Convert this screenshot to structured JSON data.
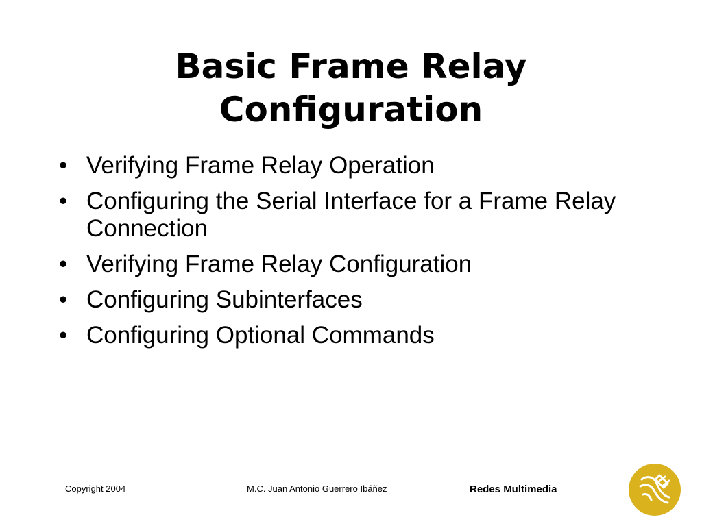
{
  "slide": {
    "title_line1": "Basic Frame Relay",
    "title_line2": "Configuration",
    "bullet_glyph": "•",
    "bullets": [
      "Verifying Frame Relay Operation",
      "Configuring the Serial Interface for a Frame Relay Connection",
      "Verifying Frame Relay Configuration",
      "Configuring Subinterfaces",
      "Configuring Optional Commands"
    ]
  },
  "footer": {
    "copyright": "Copyright 2004",
    "author": "M.C. Juan Antonio Guerrero Ibáñez",
    "course": "Redes Multimedia"
  },
  "logo": {
    "icon": "university-seal-icon",
    "color": "#D9B21E"
  }
}
